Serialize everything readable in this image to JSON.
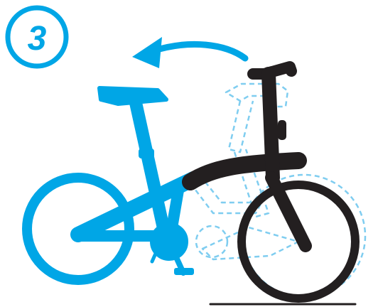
{
  "step": {
    "number": "3"
  },
  "colors": {
    "accent": "#00a6e6",
    "frame_black": "#231f20",
    "ghost_dashed": "#7fcdf0",
    "background": "#ffffff"
  },
  "icons": [
    "step-number-badge",
    "rotate-arrow-icon",
    "folding-bicycle",
    "ghost-bicycle-outline"
  ]
}
